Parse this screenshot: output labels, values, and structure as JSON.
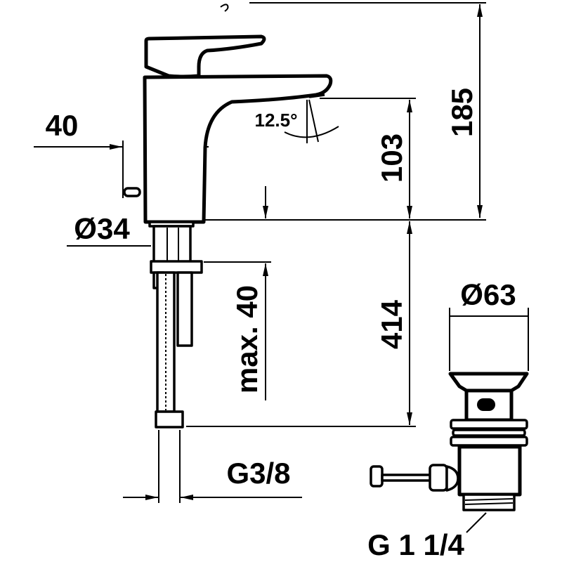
{
  "drawing": {
    "spout_width": "40",
    "body_diameter": "Ø34",
    "spout_angle": "12.5°",
    "spout_height": "103",
    "total_height": "185",
    "hose_length": "414",
    "max_deck_thickness": "max. 40",
    "drain_diameter": "Ø63",
    "hose_thread": "G3/8",
    "drain_thread": "G 1 1/4"
  }
}
